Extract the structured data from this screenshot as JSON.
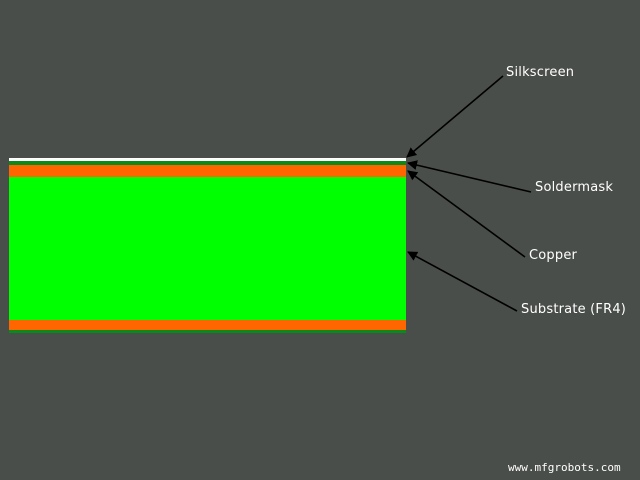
{
  "colors": {
    "background": "#4a4e4a",
    "silkscreen": "#ffffff",
    "soldermask": "#0a8a1a",
    "copper": "#ff6600",
    "substrate": "#00ff00",
    "arrow": "#000000",
    "label": "#ffffff"
  },
  "labels": {
    "silkscreen": "Silkscreen",
    "soldermask": "Soldermask",
    "copper": "Copper",
    "substrate": "Substrate (FR4)"
  },
  "watermark": "www.mfgrobots.com"
}
